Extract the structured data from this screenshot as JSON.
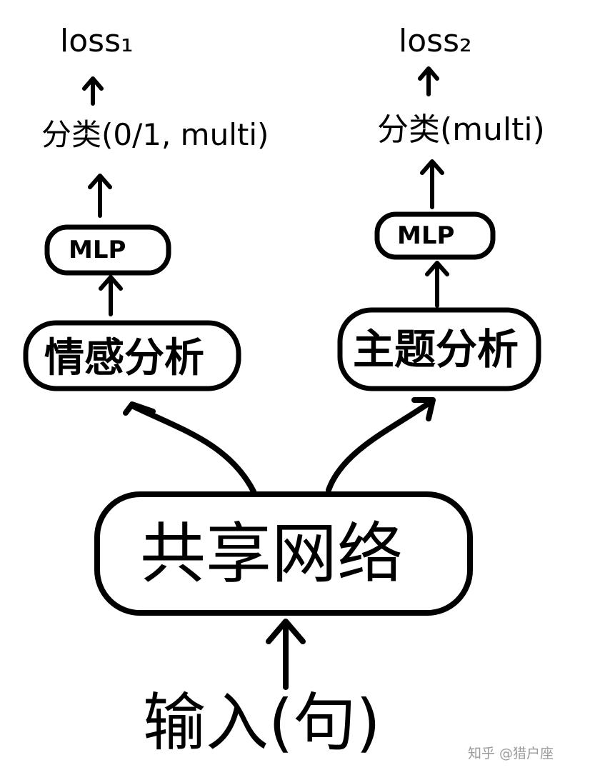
{
  "left_branch": {
    "loss": "loss₁",
    "classifier": "分类(0/1, multi)",
    "mlp": "MLP",
    "task": "情感分析"
  },
  "right_branch": {
    "loss": "loss₂",
    "classifier": "分类(multi)",
    "mlp": "MLP",
    "task": "主题分析"
  },
  "shared": "共享网络",
  "input": "输入(句)",
  "watermark": "知乎 @猎户座",
  "colors": {
    "ink": "#000000",
    "watermark": "#9a9a9a",
    "background": "#ffffff"
  }
}
